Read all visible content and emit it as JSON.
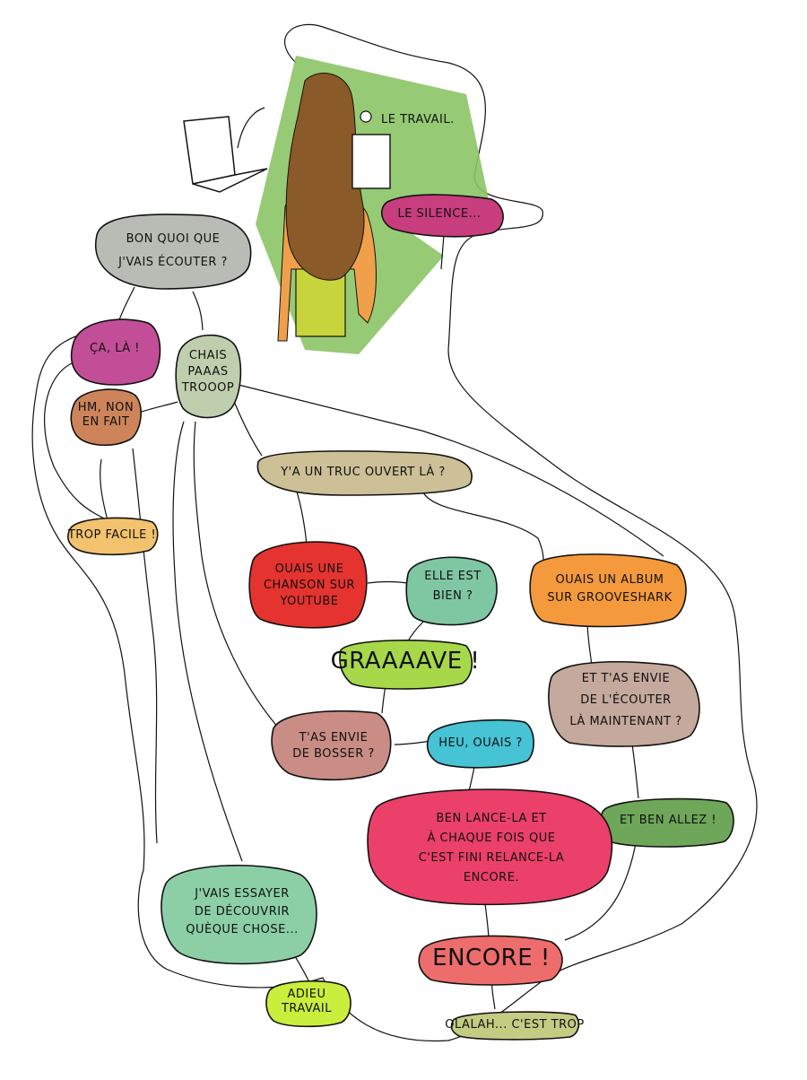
{
  "title_label": "LE TRAVAIL.",
  "nodes": {
    "silence": {
      "lines": [
        "LE SILENCE..."
      ],
      "color": "#c73d7d"
    },
    "bon_quoi": {
      "lines": [
        "BON QUOI QUE",
        "J'VAIS ÉCOUTER ?"
      ],
      "color": "#b9bcb4"
    },
    "ca_la": {
      "lines": [
        "ÇA, LÀ !"
      ],
      "color": "#c24e97"
    },
    "hm_non": {
      "lines": [
        "HM, NON",
        "EN FAIT"
      ],
      "color": "#cd845a"
    },
    "chais_pas": {
      "lines": [
        "CHAIS",
        "PAAAS",
        "TROOOP"
      ],
      "color": "#bfcfae"
    },
    "trop_facile": {
      "lines": [
        "TROP FACILE !"
      ],
      "color": "#f2c26e"
    },
    "ya_un_truc": {
      "lines": [
        "Y'A UN TRUC OUVERT LÀ ?"
      ],
      "color": "#cdbf96"
    },
    "ouais_chanson": {
      "lines": [
        "OUAIS UNE",
        "CHANSON SUR",
        "YOUTUBE"
      ],
      "color": "#e5332f"
    },
    "elle_est_bien": {
      "lines": [
        "ELLE EST",
        "BIEN ?"
      ],
      "color": "#7fc7a3"
    },
    "graaave": {
      "lines": [
        "GRAAAAVE !"
      ],
      "color": "#a6d84a"
    },
    "tas_envie_bosser": {
      "lines": [
        "T'AS ENVIE",
        "DE BOSSER ?"
      ],
      "color": "#c98d86"
    },
    "heu_ouais": {
      "lines": [
        "HEU, OUAIS ?"
      ],
      "color": "#46c3d5"
    },
    "ouais_album": {
      "lines": [
        "OUAIS UN ALBUM",
        "SUR GROOVESHARK"
      ],
      "color": "#f49a3d"
    },
    "tas_envie_ecouter": {
      "lines": [
        "ET T'AS ENVIE",
        "DE L'ÉCOUTER",
        "LÀ MAINTENANT ?"
      ],
      "color": "#c5a99c"
    },
    "et_ben_allez": {
      "lines": [
        "ET BEN ALLEZ !"
      ],
      "color": "#6ea65a"
    },
    "ben_lance": {
      "lines": [
        "BEN LANCE-LA ET",
        "À CHAQUE FOIS QUE",
        "C'EST FINI RELANCE-LA",
        "ENCORE."
      ],
      "color": "#eb4069"
    },
    "jvais_essayer": {
      "lines": [
        "J'VAIS ESSAYER",
        "DE DÉCOUVRIR",
        "QUÈQUE CHOSE..."
      ],
      "color": "#8ccfa6"
    },
    "encore": {
      "lines": [
        "ENCORE !"
      ],
      "color": "#ed6d6c"
    },
    "adieu_travail": {
      "lines": [
        "ADIEU",
        "TRAVAIL"
      ],
      "color": "#c9ee3c"
    },
    "olalah": {
      "lines": [
        "OLALAH... C'EST TROP"
      ],
      "color": "#c3cc83"
    }
  },
  "colors": {
    "room": "#8cc466",
    "hair": "#8a5a28",
    "chair": "#c7d43c",
    "skin": "#f0a04a"
  }
}
